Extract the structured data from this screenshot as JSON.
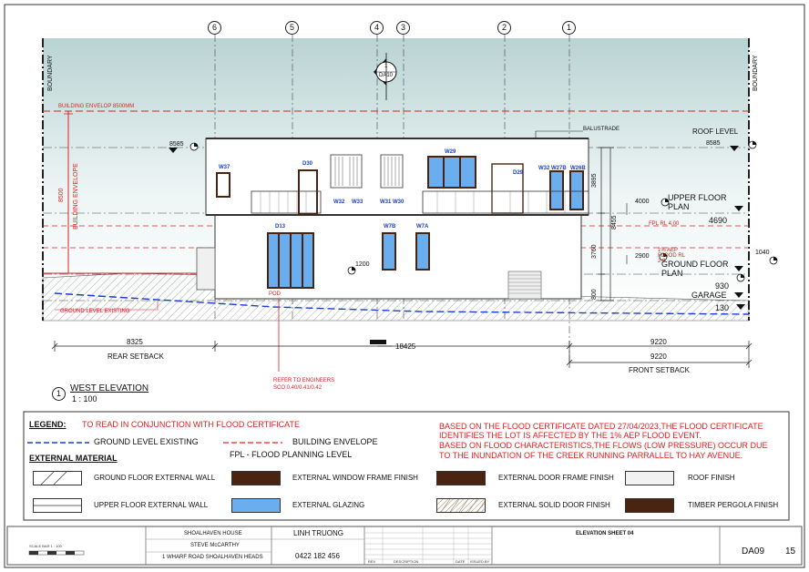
{
  "gridlines": [
    "6",
    "5",
    "4",
    "3",
    "2",
    "1"
  ],
  "section_marker": {
    "num": "1",
    "sheet": "DA10"
  },
  "boundary_label": "BOUNDARY",
  "annotations": {
    "building_envelope_height": "BUILDING ENVELOP 8500MM",
    "building_envelope_vertical": "BUILDING ENVELOPE",
    "dim_8500": "8500",
    "rl_8585_left": "8585",
    "rl_8585_right": "8585",
    "roof_level": "ROOF LEVEL",
    "balustrade": "BALUSTRADE",
    "upper_floor_plan": "UPPER FLOOR PLAN",
    "upper_4690": "4690",
    "dim_4000": "4000",
    "fpl": "FPL RL 4.00",
    "aep": "1% AEP FLOOD RL 2.9",
    "dim_2900": "2900",
    "ground_floor_plan": "GROUND FLOOR PLAN",
    "gfp_930": "930",
    "garage": "GARAGE",
    "garage_130": "130",
    "dim_1040": "1040",
    "dim_1200": "1200",
    "dim_3895": "3895",
    "dim_8455": "8455",
    "dim_3760": "3760",
    "dim_800": "800",
    "ground_level_existing": "GROUND LEVEL EXISTING",
    "pod": "POD",
    "refer_engineers_1": "REFER TO ENGINEERS",
    "refer_engineers_2": "SCO 0.40/0.41/0.42"
  },
  "window_tags": [
    "W37",
    "D30",
    "W32",
    "W33",
    "W31",
    "W30",
    "W29",
    "D29",
    "W32",
    "W27B",
    "W26B",
    "D13",
    "W7B",
    "W7A"
  ],
  "dimensions": {
    "rear_value": "8325",
    "rear_label": "REAR SETBACK",
    "middle_value": "18425",
    "front_value_top": "9220",
    "front_value_bottom": "9220",
    "front_label": "FRONT SETBACK"
  },
  "drawing_title": {
    "number": "1",
    "name": "WEST ELEVATION",
    "scale": "1 : 100"
  },
  "legend": {
    "title": "LEGEND:",
    "note": "TO READ IN CONJUNCTION WITH FLOOD CERTIFICATE",
    "ground_level": "GROUND LEVEL EXISTING",
    "building_envelope": "BUILDING ENVELOPE",
    "fpl": "FPL - FLOOD PLANNING LEVEL",
    "flood_note_1": "BASED ON THE FLOOD CERTIFICATE DATED 27/04/2023,THE FLOOD CERTIFICATE",
    "flood_note_2": "IDENTIFIES THE LOT IS AFFECTED BY THE 1% AEP FLOOD EVENT.",
    "flood_note_3": "BASED ON FLOOD CHARACTERISTICS,THE FLOWS (LOW PRESSURE) OCCUR DUE",
    "flood_note_4": "TO THE INUNDATION OF THE CREEK RUNNING PARRALLEL TO HAY AVENUE.",
    "materials_title": "EXTERNAL MATERIAL",
    "materials": [
      {
        "label": "GROUND FLOOR EXTERNAL WALL",
        "color": "#ffffff"
      },
      {
        "label": "EXTERNAL WINDOW FRAME FINISH",
        "color": "#4a2411"
      },
      {
        "label": "EXTERNAL DOOR FRAME FINISH",
        "color": "#4a2411"
      },
      {
        "label": "ROOF FINISH",
        "color": "#f2f2f2"
      },
      {
        "label": "UPPER FLOOR EXTERNAL WALL",
        "color": "#ffffff"
      },
      {
        "label": "EXTERNAL GLAZING",
        "color": "#6aaef0"
      },
      {
        "label": "EXTERNAL SOLID DOOR FINISH",
        "color": "#f6efe6"
      },
      {
        "label": "TIMBER PERGOLA FINISH",
        "color": "#4a2411"
      }
    ]
  },
  "title_block": {
    "project": "SHOALHAVEN HOUSE",
    "client": "STEVE McCARTHY",
    "address": "1 WHARF ROAD SHOALHAVEN HEADS",
    "designer": "LINH TRUONG",
    "phone": "0422 182 456",
    "sheet_title": "ELEVATION SHEET 04",
    "sheet_no": "DA09",
    "page": "15",
    "rev_header": [
      "REV",
      "DESCRIPTION",
      "DATE",
      "ISSUED BY"
    ],
    "scale_note": "SCALE BAR 1 : 100"
  },
  "colors": {
    "red": "#e02020",
    "blue": "#1a3fd0",
    "sky": "#c9dede",
    "glazing": "#6aaef0",
    "frame": "#4a2411"
  }
}
